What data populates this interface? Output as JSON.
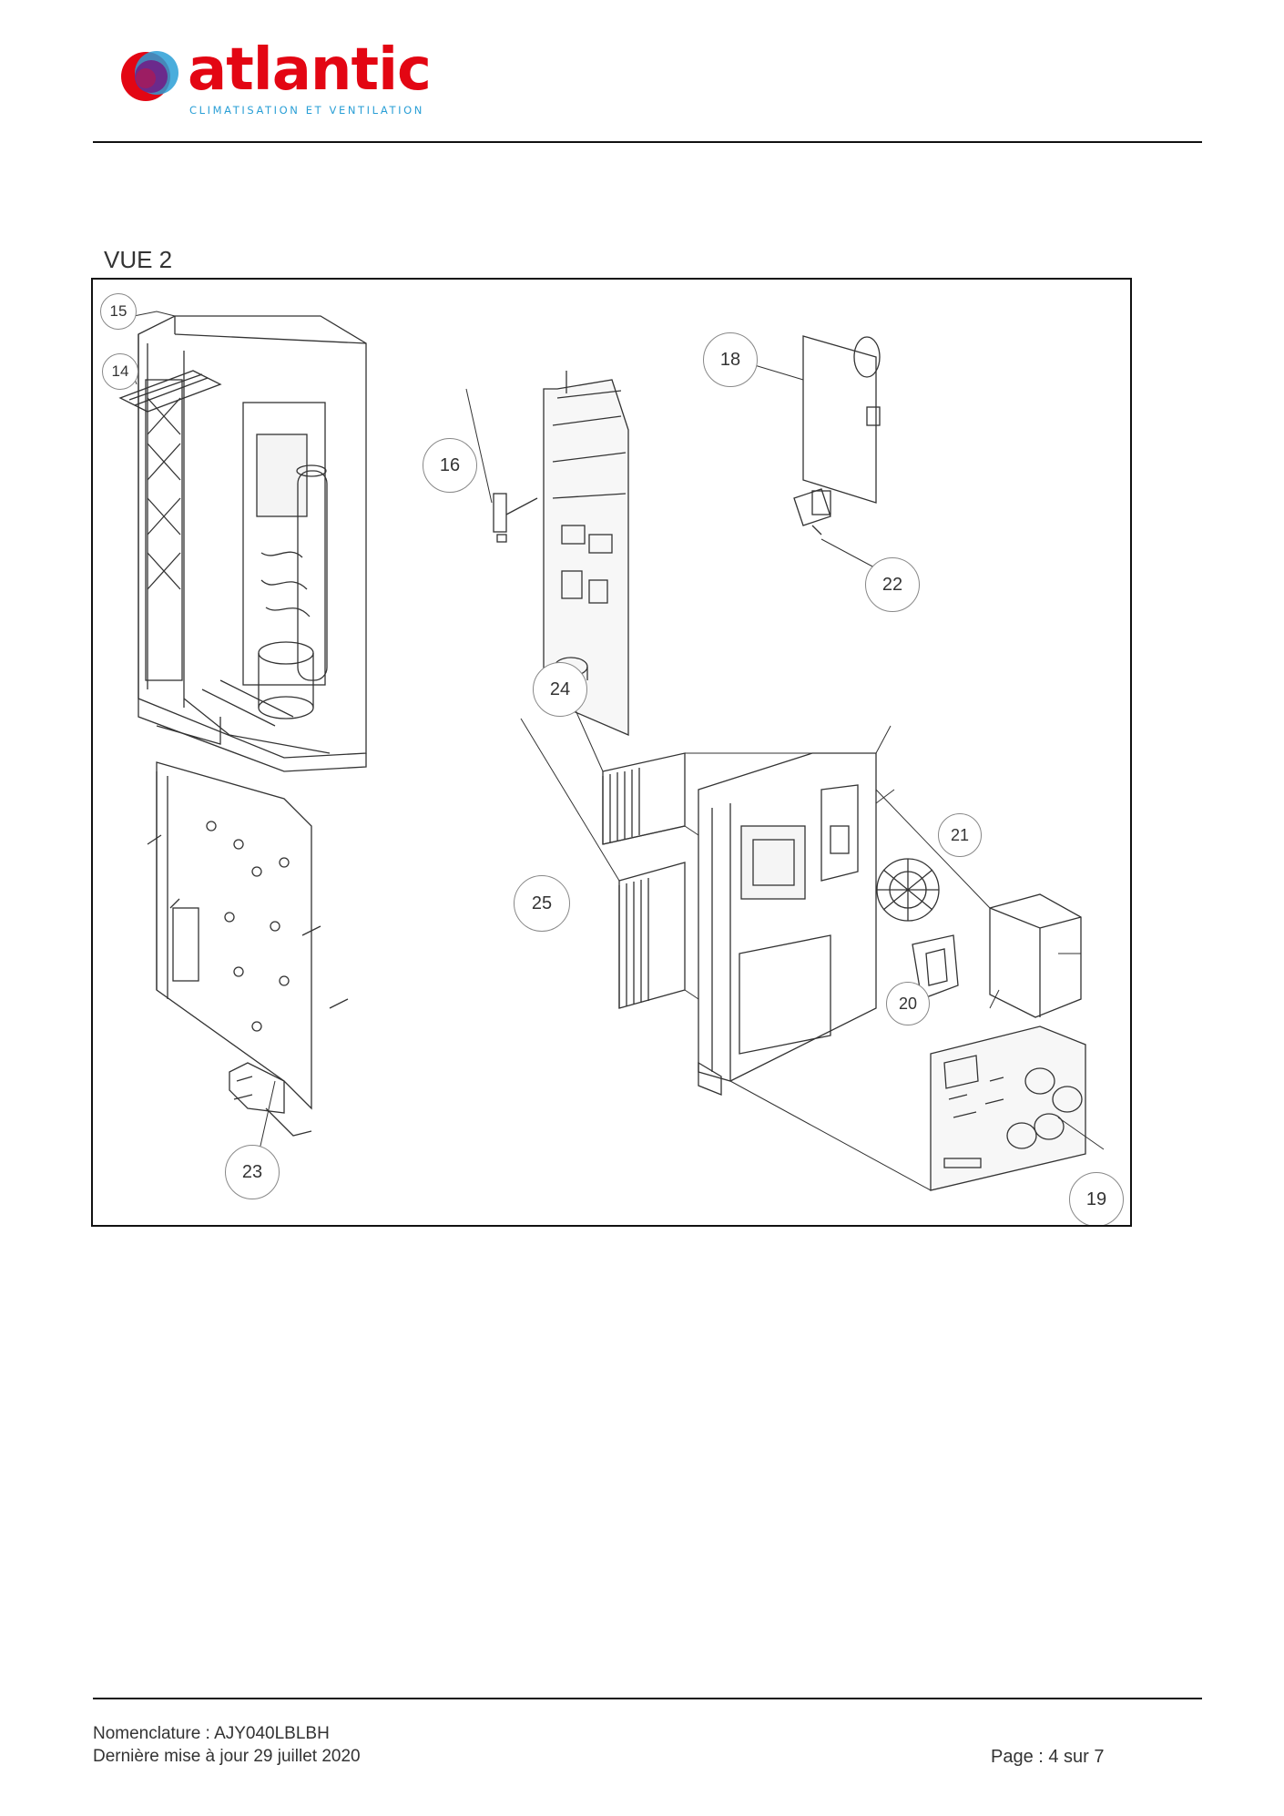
{
  "brand": {
    "name": "atlantic",
    "tagline": "CLIMATISATION ET VENTILATION",
    "colors": {
      "red": "#e30613",
      "purple": "#6b2a8c",
      "blue": "#2a9fd6"
    }
  },
  "view": {
    "title": "VUE 2"
  },
  "callouts": {
    "c15": "15",
    "c14": "14",
    "c16": "16",
    "c18": "18",
    "c22": "22",
    "c24": "24",
    "c21": "21",
    "c25": "25",
    "c20": "20",
    "c23": "23",
    "c19": "19"
  },
  "footer": {
    "nomenclature": "Nomenclature : AJY040LBLBH",
    "updated": "Dernière mise à jour 29 juillet 2020",
    "page": "Page : 4 sur 7"
  }
}
